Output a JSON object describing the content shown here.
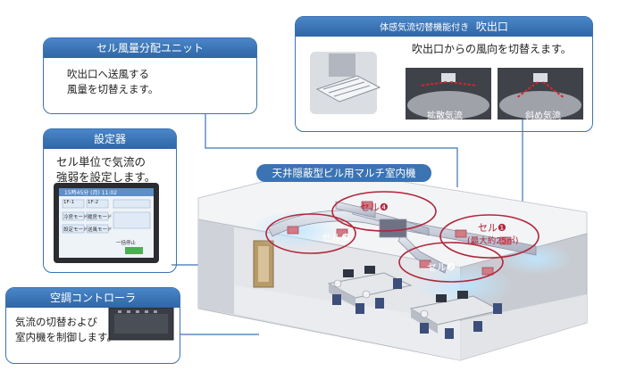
{
  "cell_unit": {
    "title": "セル風量分配ユニット",
    "description": "吹出口へ送風する\n風量を切替えます。"
  },
  "controller": {
    "title": "設定器",
    "description": "セル単位で気流の\n強弱を設定します。",
    "screen": {
      "status": "15時45分 (月) 11:02",
      "buttons": [
        "1F-1",
        "1F-2",
        "冷房モード",
        "暖房モード",
        "設定モード",
        "送風モード",
        "一括停止"
      ]
    }
  },
  "ac_controller": {
    "title": "空調コントローラ",
    "description": "気流の切替および\n室内機を制御します。"
  },
  "outlet": {
    "title_prefix": "体感気流切替機能付き",
    "title_main": "吹出口",
    "subtitle": "吹出口からの風向を切替えます。",
    "mode_diffuse": "拡散気流",
    "mode_oblique": "斜め気流"
  },
  "indoor_unit_label": "天井隠蔽型ビル用マルチ室内機",
  "cells": [
    {
      "label": "セル❶",
      "area": "(最大約25㎡)"
    },
    {
      "label": "セル❷"
    },
    {
      "label": "セル❸"
    },
    {
      "label": "セル❹"
    }
  ],
  "colors": {
    "accent_blue": "#3b73b3",
    "cell_red": "#b0263a",
    "arrow_red": "#d8262f"
  }
}
